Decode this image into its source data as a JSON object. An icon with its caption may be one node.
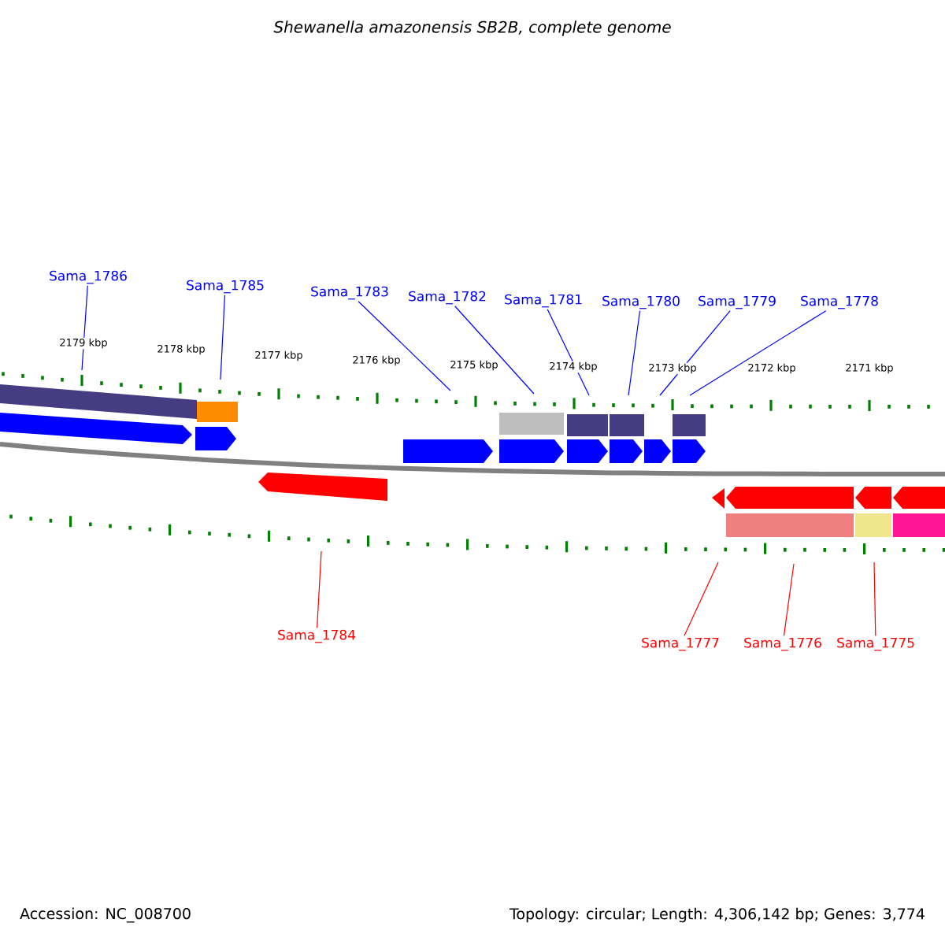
{
  "diagram": {
    "title": "Shewanella amazonensis SB2B, complete genome",
    "nodes": [
      {
        "text": [
          "Sama_1786"
        ]
      },
      {
        "text": [
          "Sama_1785"
        ]
      },
      {
        "text": [
          "Sama_1783"
        ]
      },
      {
        "text": [
          "Sama_1782"
        ]
      },
      {
        "text": [
          "Sama_1781"
        ]
      },
      {
        "text": [
          "Sama_1780"
        ]
      },
      {
        "text": [
          "Sama_1779"
        ]
      },
      {
        "text": [
          "Sama_1778"
        ]
      },
      {
        "text": [
          "Sama_1784"
        ]
      },
      {
        "text": [
          "Sama_1777"
        ]
      },
      {
        "text": [
          "Sama_1776"
        ]
      },
      {
        "text": [
          "Sama_1775"
        ]
      }
    ],
    "edges": [
      {
        "from": 0,
        "to": null,
        "arrow": "none"
      },
      {
        "from": 1,
        "to": null,
        "arrow": "none"
      },
      {
        "from": 2,
        "to": null,
        "arrow": "none"
      },
      {
        "from": 3,
        "to": null,
        "arrow": "none"
      },
      {
        "from": 4,
        "to": null,
        "arrow": "none"
      },
      {
        "from": 5,
        "to": null,
        "arrow": "none"
      },
      {
        "from": 6,
        "to": null,
        "arrow": "none"
      },
      {
        "from": 7,
        "to": null,
        "arrow": "none"
      },
      {
        "from": 8,
        "to": null,
        "arrow": "none",
        "color": "#ff0000"
      },
      {
        "from": 9,
        "to": null,
        "arrow": "none",
        "color": "#ff0000"
      },
      {
        "from": 10,
        "to": null,
        "arrow": "none",
        "color": "#ff0000"
      },
      {
        "from": 11,
        "to": null,
        "arrow": "none",
        "color": "#ff0000"
      }
    ],
    "labels": [
      "2179 kbp",
      "2178 kbp",
      "2177 kbp",
      "2176 kbp",
      "2175 kbp",
      "2174 kbp",
      "2173 kbp",
      "2172 kbp",
      "2171 kbp",
      "Accession: NC_008700",
      "Topology: circular; Length: 4,306,142 bp; Genes: 3,774"
    ]
  }
}
